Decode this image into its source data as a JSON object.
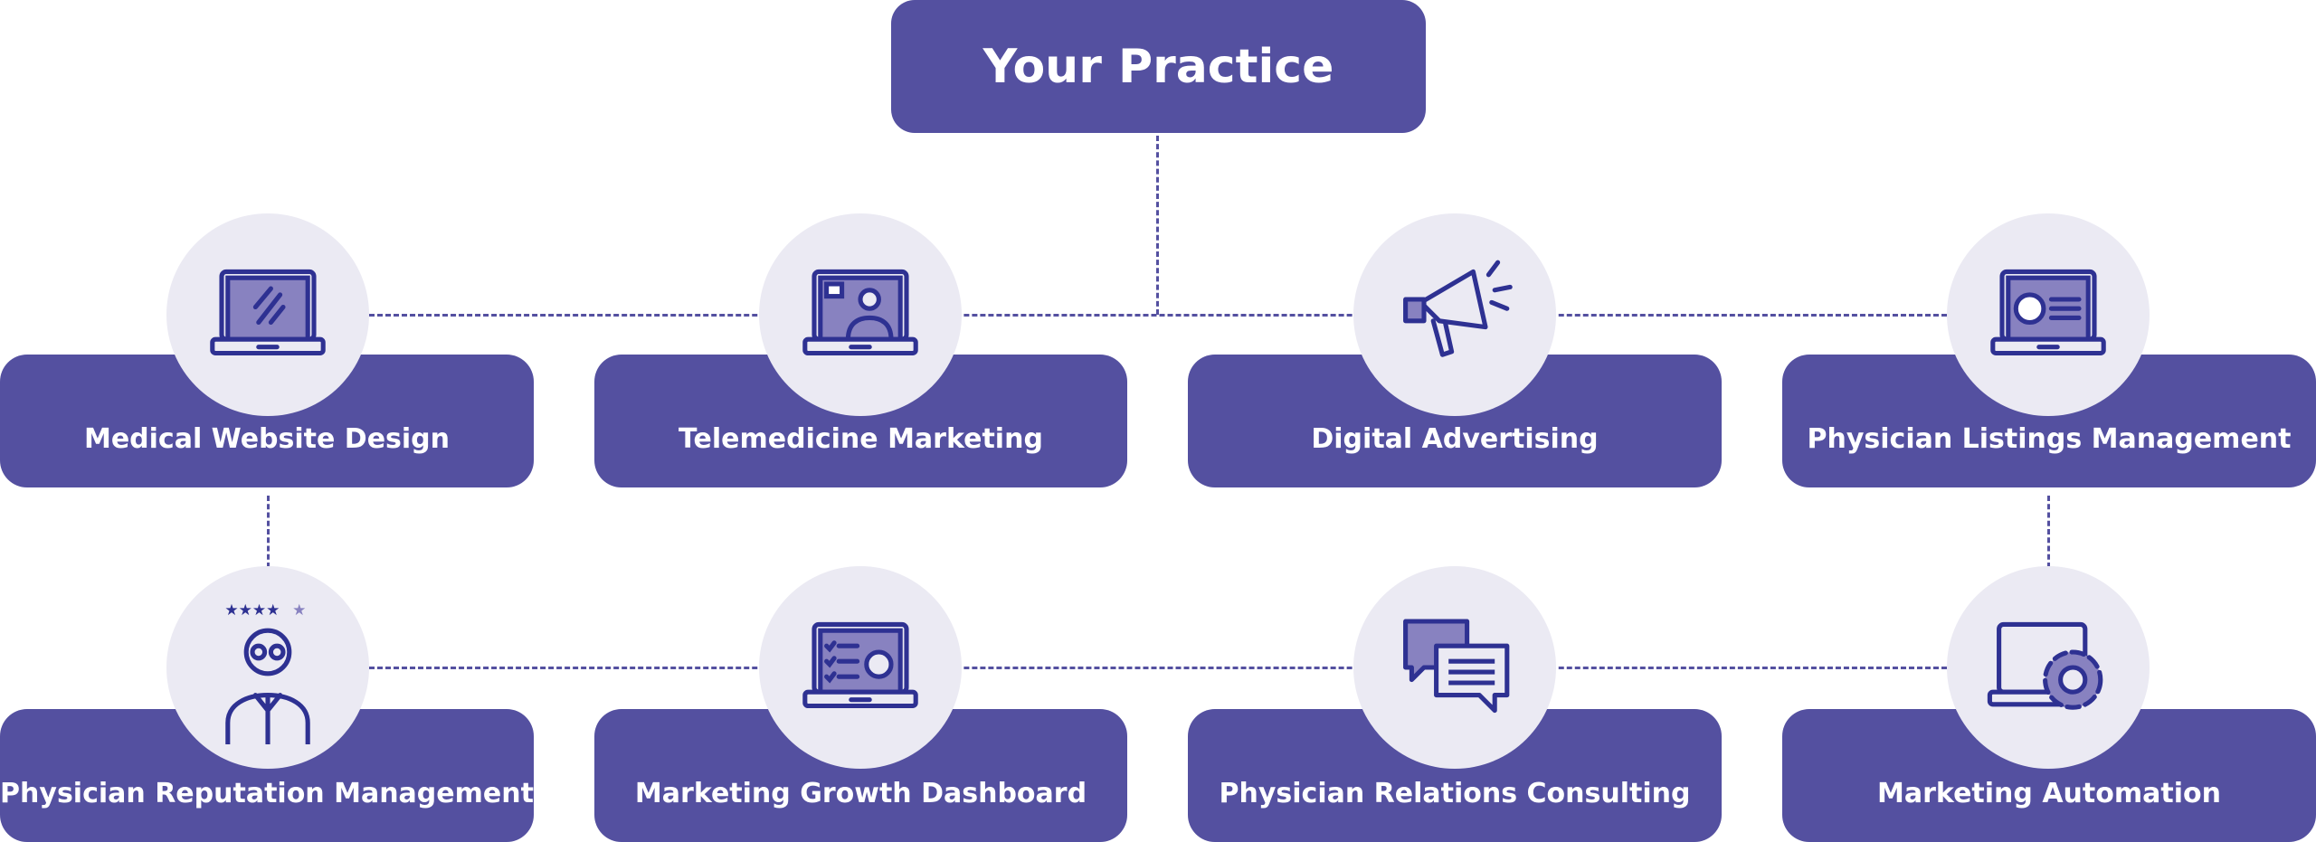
{
  "root": {
    "label": "Your Practice"
  },
  "services": [
    {
      "label": "Medical Website Design",
      "icon": "laptop-icon"
    },
    {
      "label": "Telemedicine Marketing",
      "icon": "laptop-video-call-icon"
    },
    {
      "label": "Digital Advertising",
      "icon": "megaphone-icon"
    },
    {
      "label": "Physician Listings Management",
      "icon": "laptop-profile-icon"
    },
    {
      "label": "Physician Reputation Management",
      "icon": "physician-stars-icon"
    },
    {
      "label": "Marketing Growth Dashboard",
      "icon": "laptop-dashboard-icon"
    },
    {
      "label": "Physician Relations Consulting",
      "icon": "chat-bubbles-icon"
    },
    {
      "label": "Marketing Automation",
      "icon": "laptop-gear-icon"
    }
  ],
  "colors": {
    "box": "#5450a0",
    "circle": "#ebeaf3",
    "icon_stroke": "#2e3192",
    "icon_fill": "#8882c0"
  }
}
